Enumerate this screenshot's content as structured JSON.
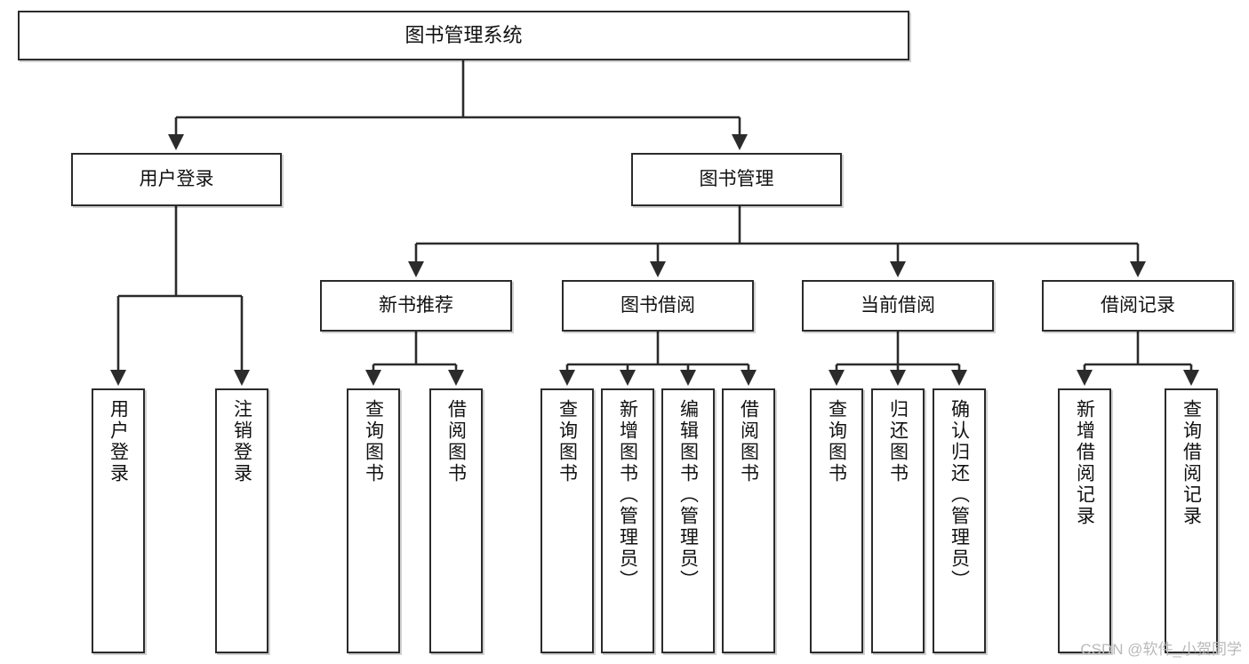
{
  "diagram": {
    "title": "图书管理系统",
    "type": "tree-hierarchy-chart",
    "watermark": "CSDN @软件_小贺同学",
    "nodes": {
      "root": {
        "label": "图书管理系统"
      },
      "level2": [
        {
          "label": "用户登录"
        },
        {
          "label": "图书管理"
        }
      ],
      "level3": [
        {
          "label": "新书推荐"
        },
        {
          "label": "图书借阅"
        },
        {
          "label": "当前借阅"
        },
        {
          "label": "借阅记录"
        }
      ],
      "leaves": {
        "user_login": [
          {
            "label": "用户登录"
          },
          {
            "label": "注销登录"
          }
        ],
        "new_book_rec": [
          {
            "label": "查询图书"
          },
          {
            "label": "借阅图书"
          }
        ],
        "book_borrow": [
          {
            "label": "查询图书"
          },
          {
            "label": "新增图书（管理员）"
          },
          {
            "label": "编辑图书（管理员）"
          },
          {
            "label": "借阅图书"
          }
        ],
        "current_borrow": [
          {
            "label": "查询图书"
          },
          {
            "label": "归还图书"
          },
          {
            "label": "确认归还（管理员）"
          }
        ],
        "borrow_record": [
          {
            "label": "新增借阅记录"
          },
          {
            "label": "查询借阅记录"
          }
        ]
      }
    },
    "colors": {
      "stroke": "#2b2b2b",
      "fill": "#ffffff",
      "text": "#111111",
      "watermark": "#b9b9b9"
    }
  }
}
